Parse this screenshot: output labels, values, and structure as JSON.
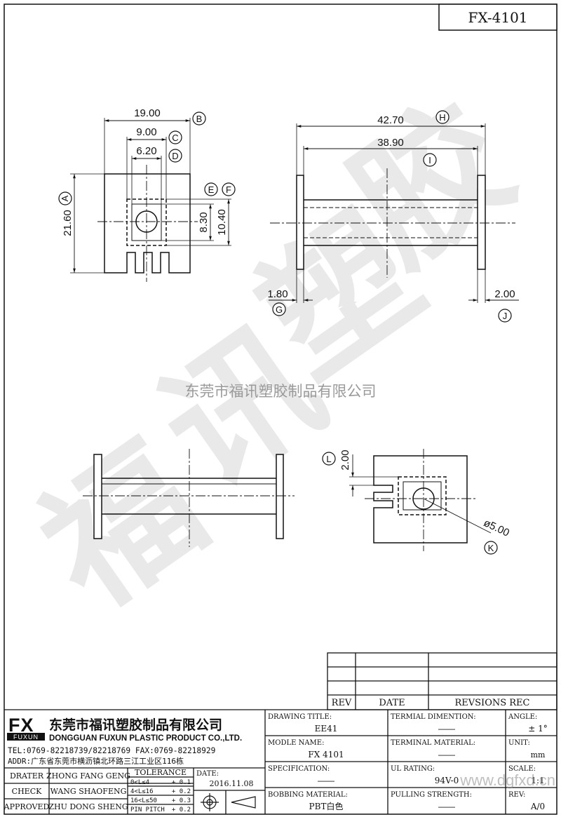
{
  "part_number": "FX-4101",
  "watermark_company": "东莞市福讯塑胶制品有限公司",
  "watermark_chars": [
    "福",
    "讯",
    "塑",
    "胶"
  ],
  "site_watermark": "www.dgfxd.cn",
  "dims": {
    "d_1900": "19.00",
    "d_900": "9.00",
    "d_620": "6.20",
    "d_2160": "21.60",
    "d_830": "8.30",
    "d_1040": "10.40",
    "d_4270": "42.70",
    "d_3890": "38.90",
    "d_180": "1.80",
    "d_200": "2.00",
    "d_200b": "2.00",
    "d_dia": "ø5.00"
  },
  "labels": {
    "A": "A",
    "B": "B",
    "C": "C",
    "D": "D",
    "E": "E",
    "F": "F",
    "G": "G",
    "H": "H",
    "I": "I",
    "J": "J",
    "K": "K",
    "L": "L"
  },
  "rev_table": {
    "rev": "REV",
    "date": "DATE",
    "revisions": "REVSIONS REC"
  },
  "company": {
    "logo": "FX",
    "logo_sub": "FUXUN",
    "name_cn": "东莞市福讯塑胶制品有限公司",
    "name_en": "DONGGUAN FUXUN PLASTIC PRODUCT CO.,LTD.",
    "tel": "TEL:0769-82218739/82218769 FAX:0769-82218929",
    "addr": "ADDR:广东省东莞市横沥镇北环路三江工业区116栋"
  },
  "people": [
    {
      "role": "DRATER",
      "name": "ZHONG FANG GENG"
    },
    {
      "role": "CHECK",
      "name": "WANG SHAOFENG"
    },
    {
      "role": "APPROVED",
      "name": "ZHU DONG SHENG"
    }
  ],
  "tolerance": {
    "title": "TOLERANCE",
    "rows": [
      {
        "range": "0<L≤4",
        "val": "+ 0.1"
      },
      {
        "range": "4<L≤16",
        "val": "+ 0.2"
      },
      {
        "range": "16<L≤50",
        "val": "+ 0.3"
      },
      {
        "range": "PIN PITCH",
        "val": "+ 0.2"
      }
    ]
  },
  "date": {
    "label": "DATE:",
    "value": "2016.11.08"
  },
  "fields": {
    "drawing_title_label": "DRAWING TITLE:",
    "drawing_title": "EE41",
    "terminal_dim_label": "TERMIAL DIMENTION:",
    "terminal_dim": "——",
    "angle_label": "ANGLE:",
    "angle": "± 1°",
    "model_label": "MODLE NAME:",
    "model": "FX 4101",
    "terminal_mat_label": "TERMINAL MATERIAL:",
    "terminal_mat": "——",
    "unit_label": "UNIT:",
    "unit": "mm",
    "spec_label": "SPECIFICATION:",
    "spec": "——",
    "ul_label": "UL RATING:",
    "ul": "94V-0",
    "scale_label": "SCALE:",
    "scale": "1:1",
    "bobbin_label": "BOBBING MATERIAL:",
    "bobbin": "PBT白色",
    "pull_label": "PULLING STRENGTH:",
    "pull": "——",
    "rev_label": "REV:",
    "rev": "A/0"
  }
}
